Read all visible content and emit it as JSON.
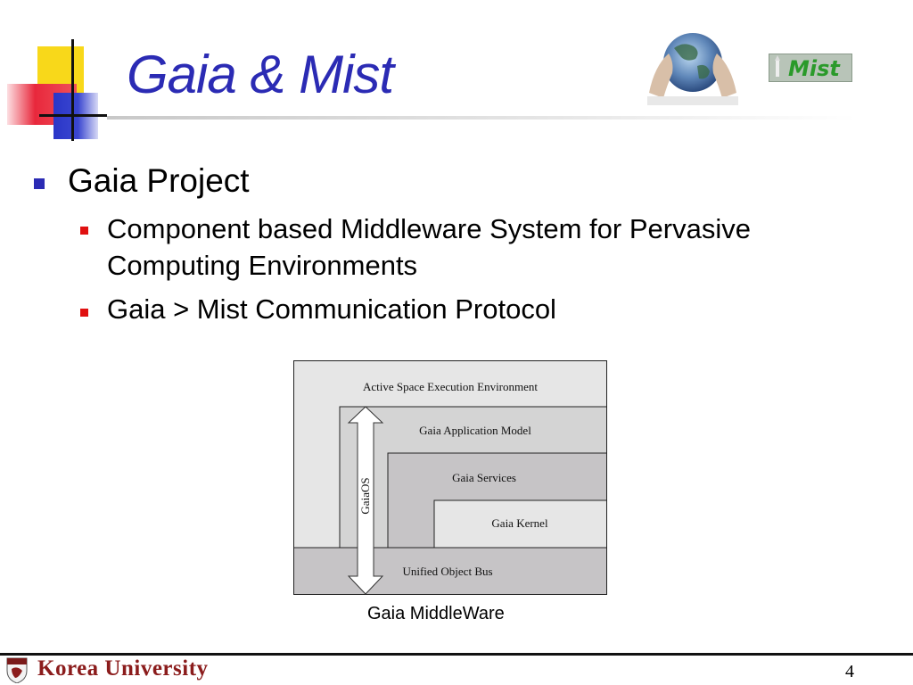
{
  "slide": {
    "title": "Gaia & Mist",
    "logo_text": "Mist",
    "bullets": [
      {
        "text": "Gaia Project",
        "sub": [
          "Component based Middleware System for Pervasive Computing Environments",
          "Gaia > Mist Communication Protocol"
        ]
      }
    ]
  },
  "diagram": {
    "layers": [
      "Active Space Execution Environment",
      "Gaia Application Model",
      "Gaia Services",
      "Gaia Kernel",
      "Unified Object Bus"
    ],
    "arrow_label": "GaiaOS",
    "caption": "Gaia MiddleWare"
  },
  "footer": {
    "university": "Korea University",
    "page_number": "4"
  },
  "colors": {
    "title": "#2b2bb4",
    "bullet_level1": "#2b2bb4",
    "bullet_level2": "#e01010",
    "footer_text": "#8b1c1c"
  },
  "icons": {
    "globe": "globe-hands-icon",
    "mist": "mist-logo",
    "crest": "university-crest-icon"
  }
}
